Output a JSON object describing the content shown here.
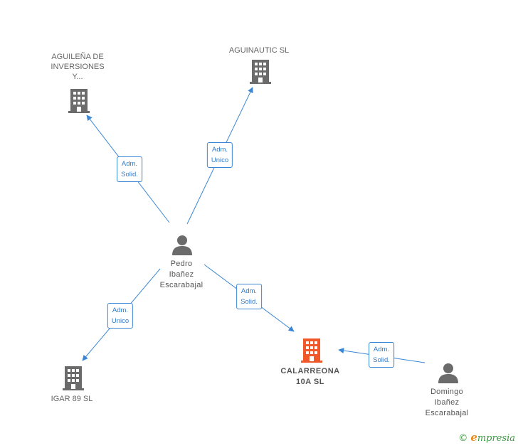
{
  "colors": {
    "edge": "#3a86d4",
    "company": "#6b6b6b",
    "company_main": "#f0582a",
    "person": "#6b6b6b"
  },
  "nodes": {
    "aguilena": {
      "label": "AGUILEÑA DE\nINVERSIONES\nY...",
      "icon": "building-icon"
    },
    "aguinautic": {
      "label": "AGUINAUTIC SL",
      "icon": "building-icon"
    },
    "pedro": {
      "label": "Pedro\nIbañez\nEscarabajal",
      "icon": "person-icon"
    },
    "igar": {
      "label": "IGAR 89 SL",
      "icon": "building-icon"
    },
    "calarreona": {
      "label": "CALARREONA\n10A SL",
      "icon": "building-icon"
    },
    "domingo": {
      "label": "Domingo\nIbañez\nEscarabajal",
      "icon": "person-icon"
    }
  },
  "edges": [
    {
      "id": "pedro-aguilena",
      "label": "Adm.\nSolid."
    },
    {
      "id": "pedro-aguinautic",
      "label": "Adm.\nUnico"
    },
    {
      "id": "pedro-calarreona",
      "label": "Adm.\nSolid."
    },
    {
      "id": "pedro-igar",
      "label": "Adm.\nUnico"
    },
    {
      "id": "domingo-calarreona",
      "label": "Adm.\nSolid."
    }
  ],
  "brand": {
    "copyright": "©",
    "initial": "e",
    "name": "mpresia"
  }
}
